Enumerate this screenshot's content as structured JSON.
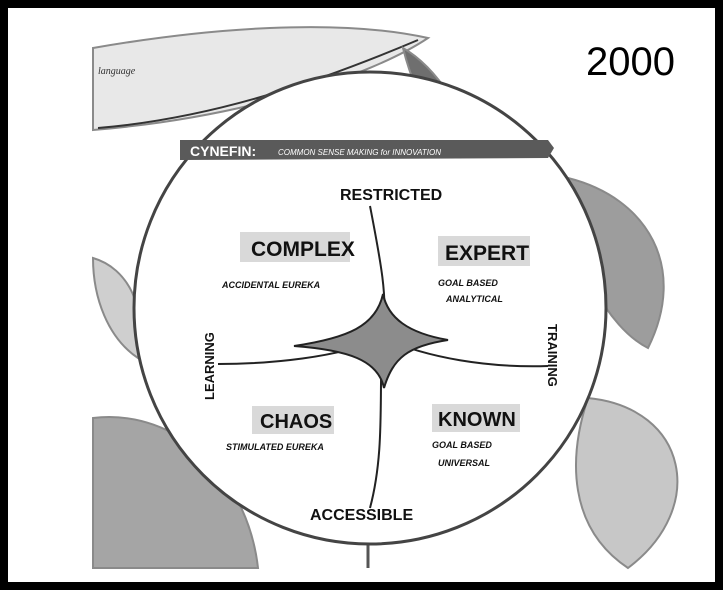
{
  "slide": {
    "year": "2000",
    "corner_text": "language"
  },
  "diagram": {
    "banner_title": "CYNEFIN:",
    "banner_subtitle": "COMMON SENSE MAKING for INNOVATION",
    "axes": {
      "top": "RESTRICTED",
      "bottom": "ACCESSIBLE",
      "left": "LEARNING",
      "right": "TRAINING"
    },
    "quadrants": [
      {
        "title": "COMPLEX",
        "lines": [
          "ACCIDENTAL EUREKA"
        ]
      },
      {
        "title": "EXPERT",
        "lines": [
          "GOAL BASED",
          "ANALYTICAL"
        ]
      },
      {
        "title": "CHAOS",
        "lines": [
          "STIMULATED EUREKA"
        ]
      },
      {
        "title": "KNOWN",
        "lines": [
          "GOAL BASED",
          "UNIVERSAL"
        ]
      }
    ],
    "colors": {
      "banner": "#5a5a5a",
      "center_fill": "#8c8c8c",
      "label_box": "#d9d9d9",
      "leaf": "#b8b8b8"
    }
  }
}
